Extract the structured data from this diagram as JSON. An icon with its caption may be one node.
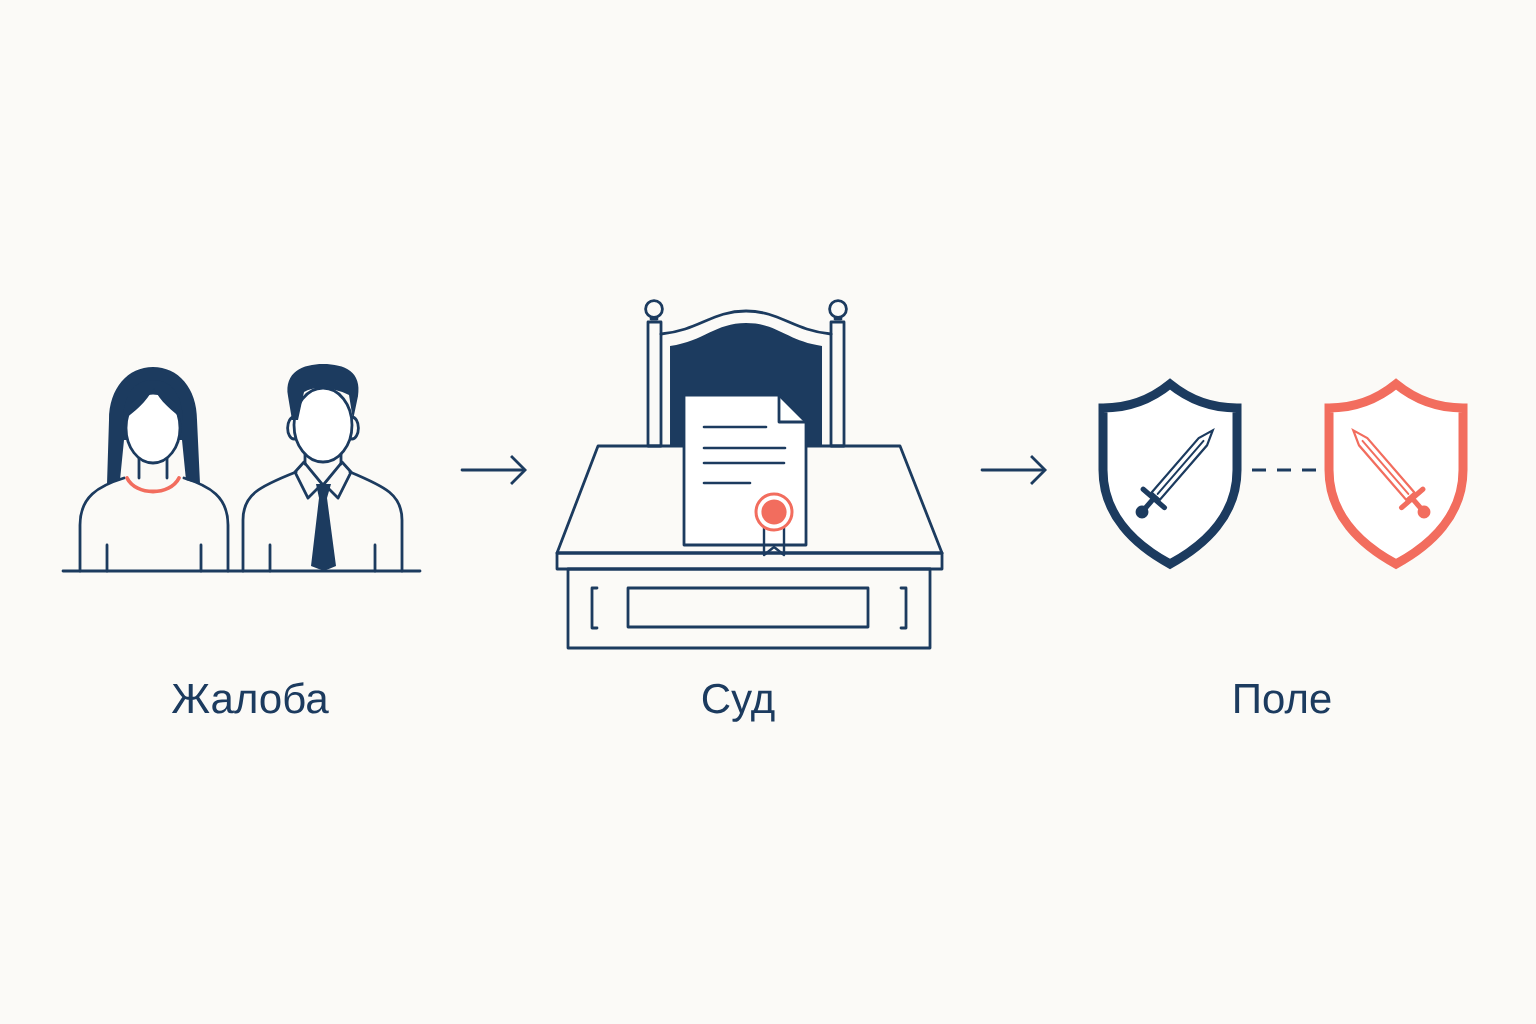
{
  "diagram": {
    "nodes": [
      {
        "text": [
          "Жалоба"
        ]
      },
      {
        "text": [
          "Суд"
        ]
      },
      {
        "text": [
          "Поле"
        ]
      },
      {
        "text": [],
        "shape": "shield",
        "in": 2
      },
      {
        "text": [],
        "shape": "shield",
        "in": 2
      }
    ],
    "edges": [
      {
        "from": 0,
        "to": 1,
        "arrow": "to"
      },
      {
        "from": 1,
        "to": 2,
        "arrow": "to"
      },
      {
        "from": 3,
        "to": 4,
        "arrow": "none",
        "style": "dashed"
      }
    ]
  }
}
